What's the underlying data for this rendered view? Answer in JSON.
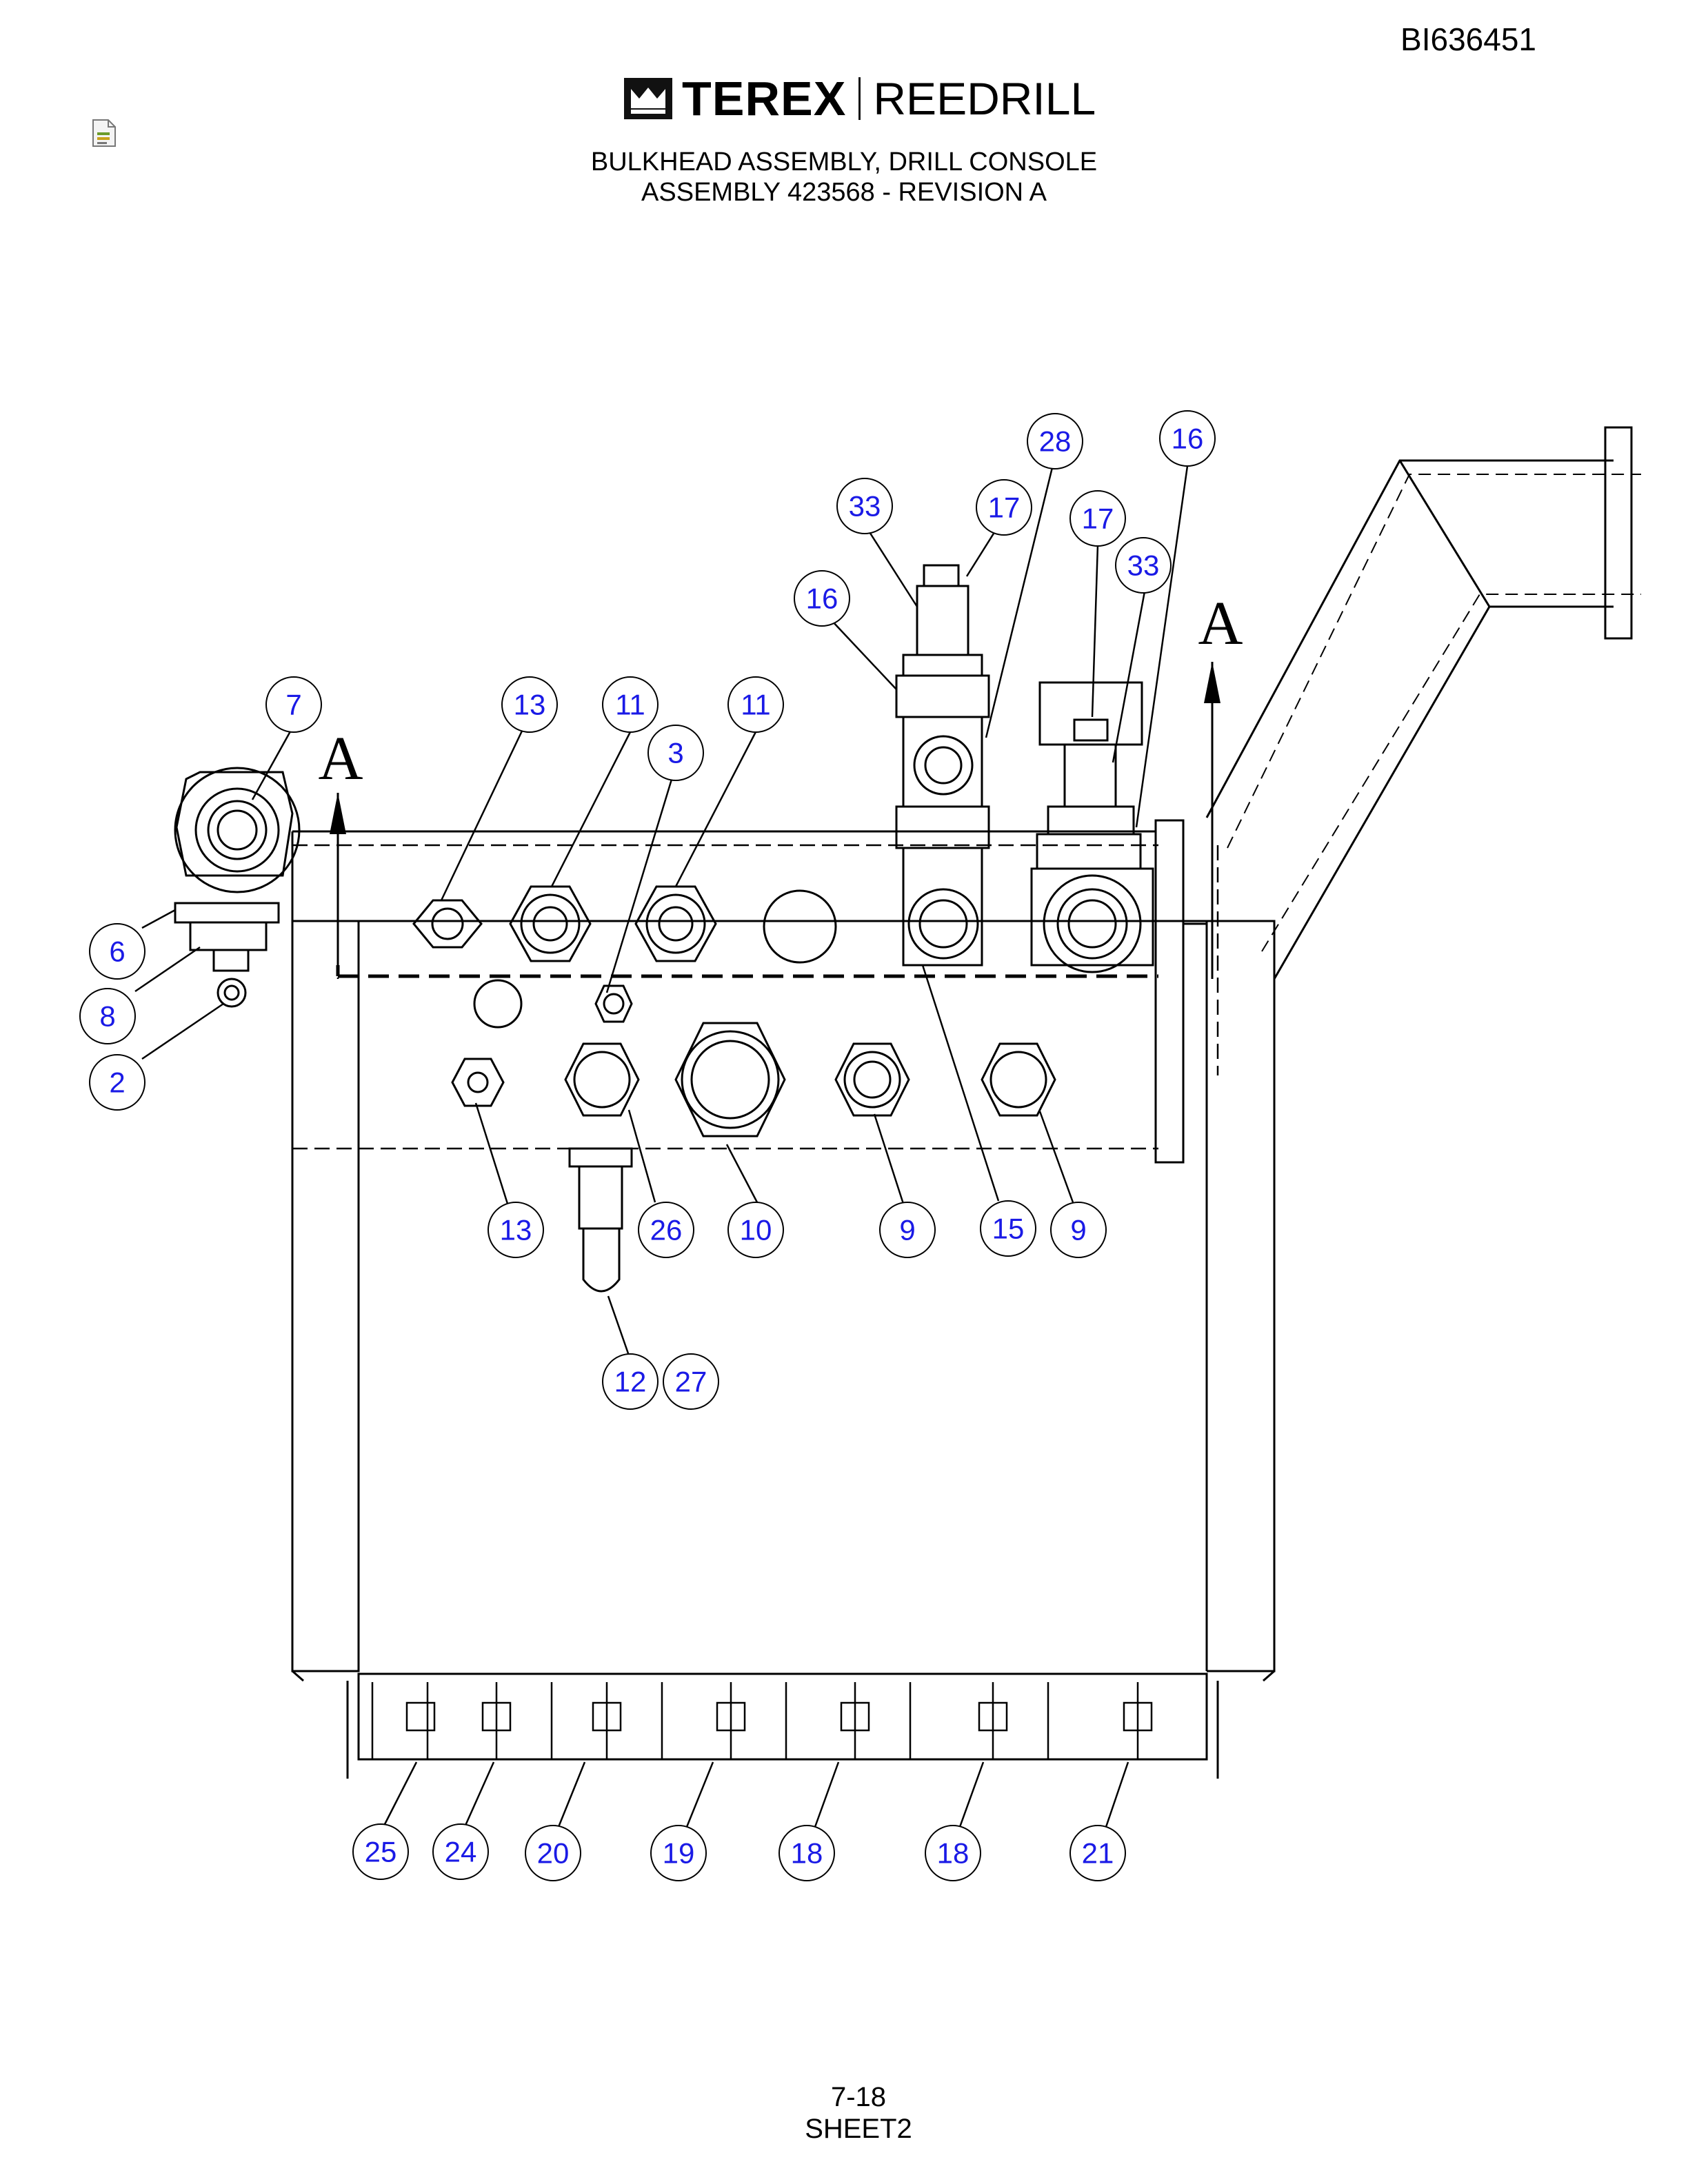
{
  "document": {
    "doc_id": "BI636451",
    "logo": {
      "brand": "TEREX",
      "division": "REEDRILL"
    },
    "title_line1": "BULKHEAD ASSEMBLY, DRILL CONSOLE",
    "title_line2": "ASSEMBLY 423568 - REVISION A",
    "page_number": "7-18",
    "sheet": "SHEET2"
  },
  "diagram": {
    "section_labels": [
      "A",
      "A"
    ],
    "callouts": [
      "28",
      "16",
      "33",
      "17",
      "17",
      "33",
      "16",
      "7",
      "13",
      "11",
      "11",
      "3",
      "6",
      "8",
      "2",
      "13",
      "26",
      "10",
      "9",
      "15",
      "9",
      "12",
      "27",
      "25",
      "24",
      "20",
      "19",
      "18",
      "18",
      "21"
    ]
  }
}
